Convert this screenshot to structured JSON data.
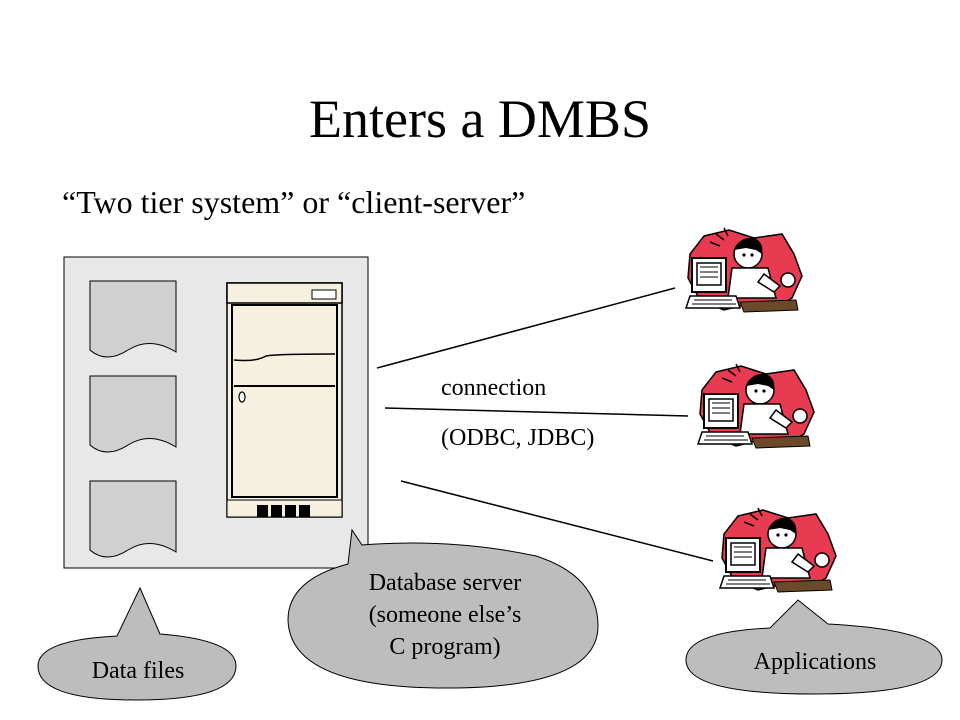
{
  "title": "Enters a DMBS",
  "subtitle": "“Two tier system” or “client-server”",
  "connection_label": "connection",
  "protocol_label": "(ODBC, JDBC)",
  "callouts": {
    "data_files": "Data files",
    "database_server": [
      "Database server",
      "(someone else’s",
      "C program)"
    ],
    "applications": "Applications"
  },
  "colors": {
    "background": "#ffffff",
    "panel": "#e8e8e8",
    "document": "#d0d0d0",
    "server_cabinet": "#f5f0e0",
    "callout": "#bdbdbd",
    "client_accent": "#e83b52"
  }
}
